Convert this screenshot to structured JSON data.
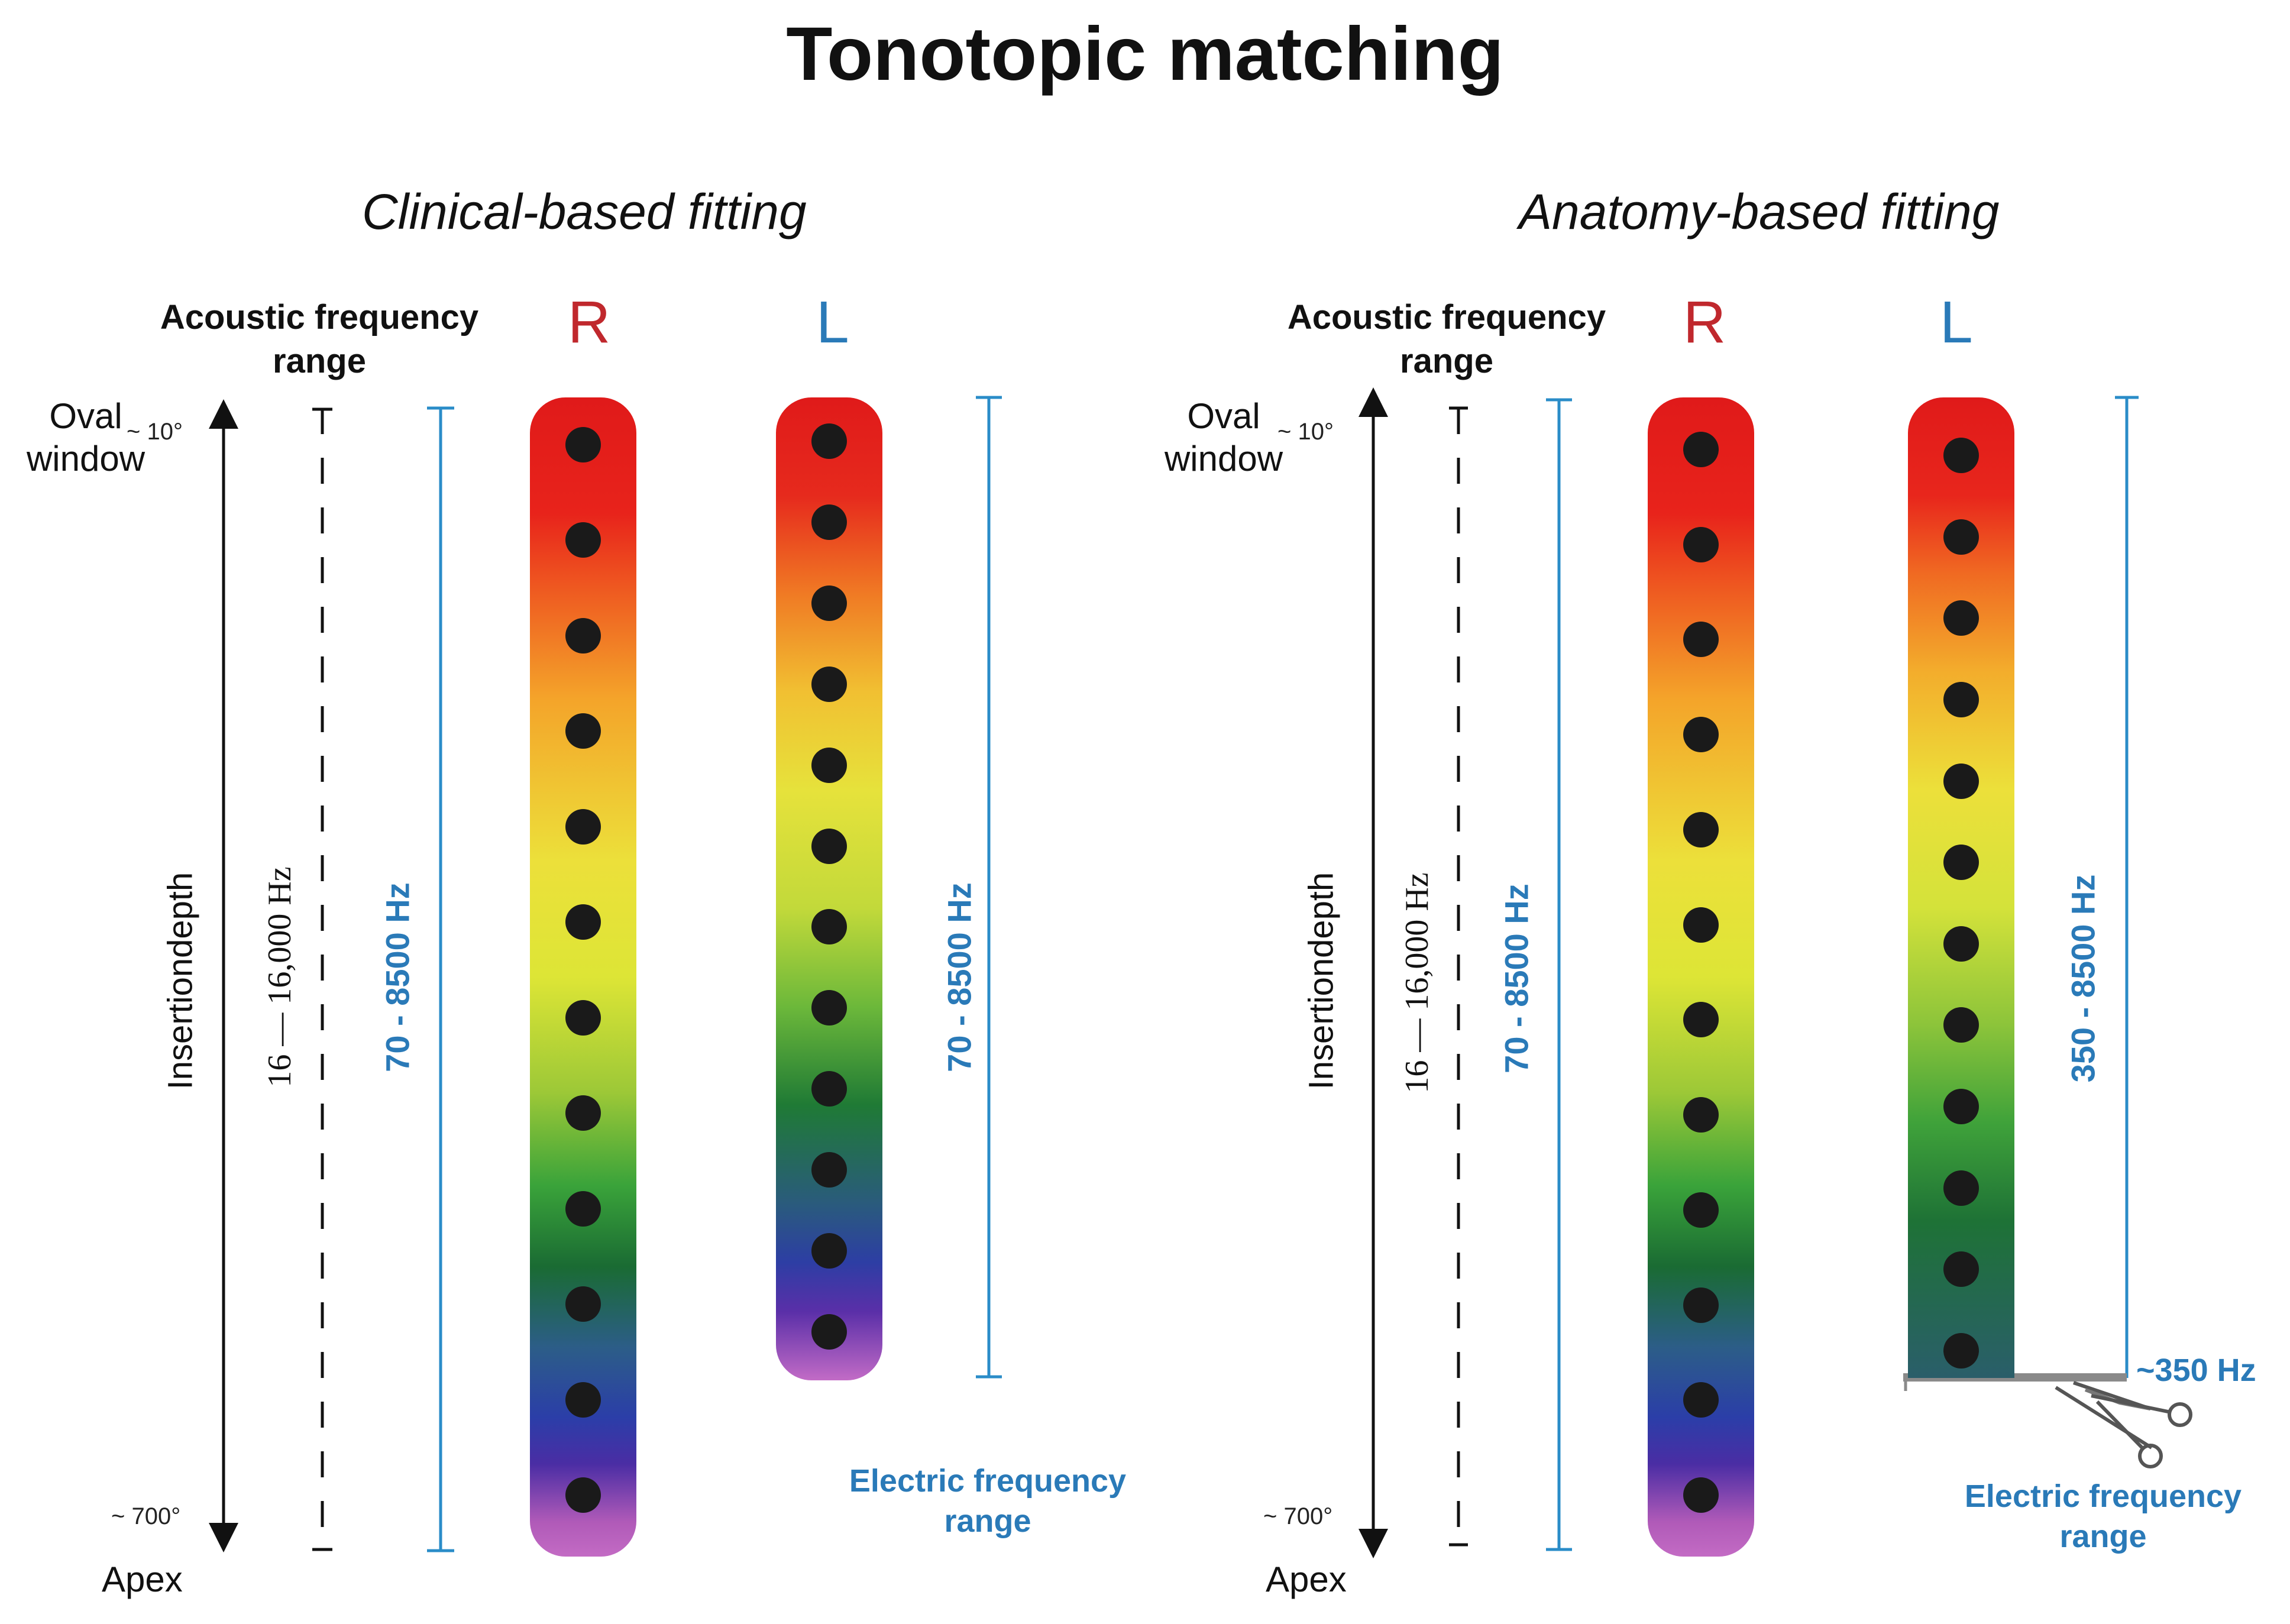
{
  "title": "Tonotopic matching",
  "panels": {
    "clinical": {
      "subtitle": "Clinical-based fitting",
      "acoustic_label_line1": "Acoustic frequency",
      "acoustic_label_line2": "range",
      "right_ear": "R",
      "left_ear": "L",
      "oval_line1": "Oval",
      "oval_line2": "window",
      "oval_angle": "~ 10°",
      "apex_angle": "~ 700°",
      "apex": "Apex",
      "insertion_label": "Insertiondepth",
      "acoustic_range": "16 — 16,000 Hz",
      "electric_range_r": "70 - 8500 Hz",
      "electric_range_l": "70 - 8500 Hz",
      "electric_label_line1": "Electric frequency",
      "electric_label_line2": "range",
      "electrodes_r": 12,
      "electrodes_l": 12
    },
    "anatomy": {
      "subtitle": "Anatomy-based fitting",
      "acoustic_label_line1": "Acoustic frequency",
      "acoustic_label_line2": "range",
      "right_ear": "R",
      "left_ear": "L",
      "oval_line1": "Oval",
      "oval_line2": "window",
      "oval_angle": "~ 10°",
      "apex_angle": "~ 700°",
      "apex": "Apex",
      "insertion_label": "Insertiondepth",
      "acoustic_range": "16 — 16,000 Hz",
      "electric_range_r": "70 - 8500 Hz",
      "electric_range_l": "350 - 8500 Hz",
      "cutoff_label": "~350  Hz",
      "electric_label_line1": "Electric frequency",
      "electric_label_line2": "range",
      "electrodes_r": 12,
      "electrodes_l": 12
    }
  },
  "colors": {
    "right_letter": "#c0282d",
    "left_letter": "#2a7ab8",
    "electric_line": "#2a8cc8",
    "electrode": "#1a1a1a"
  },
  "icons": [
    "scissors-icon"
  ]
}
